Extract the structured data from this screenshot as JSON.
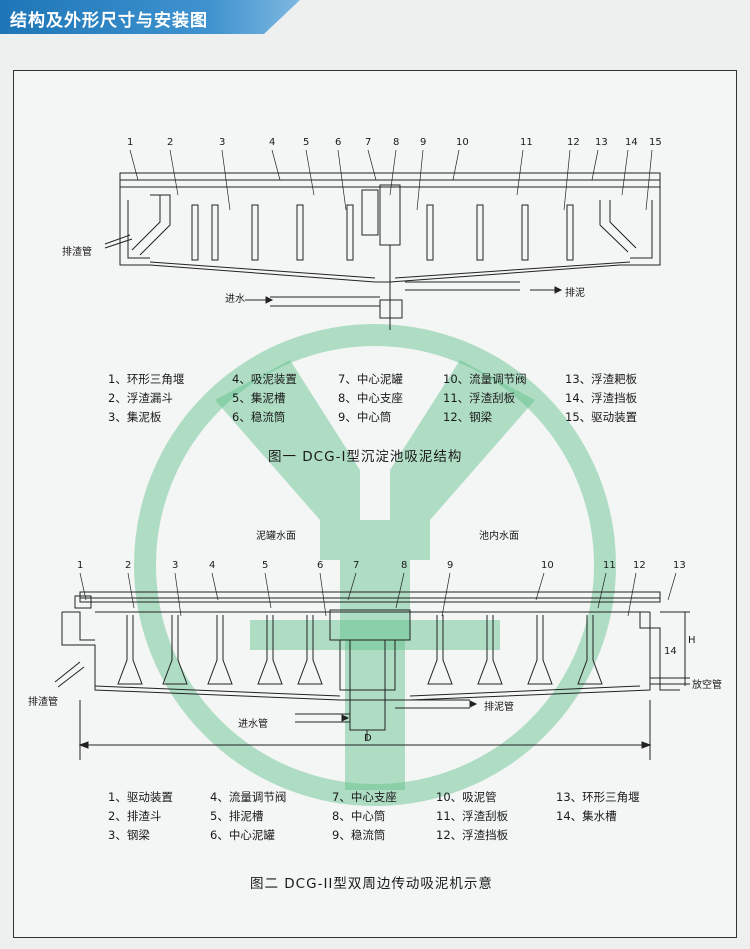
{
  "header": {
    "title": "结构及外形尺寸与安装图"
  },
  "figure1": {
    "caption": "图一   DCG-I型沉淀池吸泥结构",
    "part_numbers": [
      "1",
      "2",
      "3",
      "4",
      "5",
      "6",
      "7",
      "8",
      "9",
      "10",
      "11",
      "12",
      "13",
      "14",
      "15"
    ],
    "labels": {
      "slag_pipe": "排渣管",
      "inlet": "进水",
      "mud_out": "排泥"
    },
    "legend": [
      [
        "1、环形三角堰",
        "2、浮渣漏斗",
        "3、集泥板"
      ],
      [
        "4、吸泥装置",
        "5、集泥槽",
        "6、稳流筒"
      ],
      [
        "7、中心泥罐",
        "8、中心支座",
        "9、中心筒"
      ],
      [
        "10、流量调节阀",
        "11、浮渣刮板",
        "12、钢梁"
      ],
      [
        "13、浮渣耙板",
        "14、浮渣挡板",
        "15、驱动装置"
      ]
    ]
  },
  "figure2": {
    "caption": "图二    DCG-II型双周边传动吸泥机示意",
    "part_numbers": [
      "1",
      "2",
      "3",
      "4",
      "5",
      "6",
      "7",
      "8",
      "9",
      "10",
      "11",
      "12",
      "13",
      "14"
    ],
    "labels": {
      "tank_water": "泥罐水面",
      "pool_water": "池内水面",
      "slag_pipe": "排渣管",
      "inlet_pipe": "进水管",
      "mud_pipe": "排泥管",
      "drain_pipe": "放空管",
      "dim_h": "H",
      "dim_d": "D"
    },
    "legend": [
      [
        "1、驱动装置",
        "2、排渣斗",
        "3、钢梁"
      ],
      [
        "4、流量调节阀",
        "5、排泥槽",
        "6、中心泥罐"
      ],
      [
        "7、中心支座",
        "8、中心筒",
        "9、稳流筒"
      ],
      [
        "10、吸泥管",
        "11、浮渣刮板",
        "12、浮渣挡板"
      ],
      [
        "13、环形三角堰",
        "14、集水槽"
      ]
    ]
  }
}
